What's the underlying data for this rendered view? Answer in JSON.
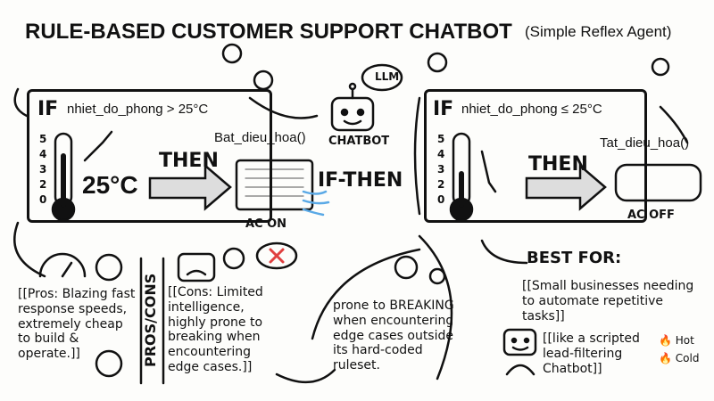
{
  "title": "RULE-BASED CUSTOMER SUPPORT CHATBOT",
  "subtitle": "(Simple Reflex Agent)",
  "rule1": {
    "if": "IF",
    "condition": "nhiet_do_phong > 25°C",
    "scale": [
      "5",
      "4",
      "3",
      "2",
      "0"
    ],
    "temp": "25°C",
    "then": "THEN",
    "action": "Bat_dieu_hoa()",
    "device": "AC ON"
  },
  "center": {
    "llm": "LLM",
    "chatbot": "CHATBOT",
    "ifthen": "IF-THEN"
  },
  "rule2": {
    "if": "IF",
    "condition": "nhiet_do_phong ≤ 25°C",
    "scale": [
      "5",
      "4",
      "3",
      "2",
      "0"
    ],
    "then": "THEN",
    "action": "Tat_dieu_hoa()",
    "device": "AC OFF"
  },
  "pros": "[[Pros: Blazing fast response speeds, extremely cheap to build & operate.]]",
  "divider": "PROS/CONS",
  "cons": "[[Cons: Limited intelligence, highly prone to breaking when encountering edge cases.]]",
  "breaking": "prone to BREAKING when encountering edge cases outside its hard-coded ruleset.",
  "best_for": {
    "heading": "BEST FOR:",
    "text": "[[Small businesses needing to automate repetitive tasks]]",
    "example": "[[like a scripted lead-filtering Chatbot]]",
    "tags": [
      "Hot",
      "Cold"
    ]
  },
  "colors": {
    "ink": "#111111",
    "airflow": "#5aa9e6",
    "cross": "#e04040"
  }
}
